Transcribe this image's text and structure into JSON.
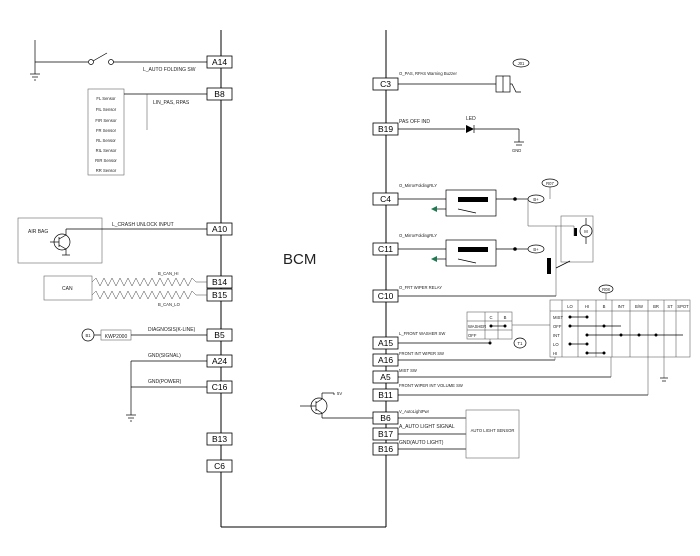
{
  "bcm": {
    "title": "BCM"
  },
  "pins": {
    "left": [
      "A14",
      "B8",
      "A10",
      "B14",
      "B15",
      "B5",
      "A24",
      "C16",
      "B13",
      "C6"
    ],
    "right": [
      "C3",
      "B19",
      "C4",
      "C11",
      "C10",
      "A15",
      "A16",
      "A5",
      "B11",
      "B6",
      "B17",
      "B16"
    ]
  },
  "left_signals": {
    "auto_folding": "L_AUTO FOLDING SW",
    "lin_pas": "LIN_PAS, RPAS",
    "crash_unlock": "L_CRASH UNLOCK INPUT",
    "can_hi": "B_CAN_HI",
    "can_lo": "B_CAN_LO",
    "diagnosis": "DIAGNOSIS(K-LINE)",
    "gnd_signal": "GND(SIGNAL)",
    "gnd_power": "GND(POWER)"
  },
  "sensors": [
    "FL Sensor",
    "FIL Sensor",
    "FIR Sensor",
    "FR Sensor",
    "RL Sensor",
    "RIL Sensor",
    "RIR Sensor",
    "RR Sensor"
  ],
  "left_components": {
    "air_bag": "AIR BAG",
    "can": "CAN",
    "b1": "B1",
    "kwp": "KWP2000"
  },
  "right_signals": {
    "c3": "O_PAS, RPAS Warning Buzzer",
    "b19": "PAS OFF IND",
    "c4": "O_MirrorFoldingRLY",
    "c11": "O_MirrorFoldingRLY",
    "c10": "O_FRT WIPER RELAY",
    "a15": "L_FRONT WASHER SW",
    "a16": "FRONT INT WIPER SW",
    "a5": "MIST SW",
    "b11": "FRONT WIPER INT VOLUME SW",
    "b6": "V_AutoLightPwr",
    "b17": "A_AUTO LIGHT SIGNAL",
    "b16": "GND(AUTO LIGHT)"
  },
  "right_components": {
    "buzzer": "J01",
    "led": "LED",
    "gnd": "GND",
    "r07": "R07",
    "r08": "R08",
    "bplus": "B+",
    "fivev": "5V",
    "auto_light_sensor": "AUTO LIGHT SENSOR",
    "washer_table": {
      "headers": [
        "C",
        "B"
      ],
      "rows": [
        "WASHER",
        "OFF"
      ]
    },
    "wiper_table": {
      "headers": [
        "LO",
        "HI",
        "B",
        "INT",
        "B/W",
        "BR",
        "ST",
        "SPOT"
      ],
      "rows": [
        "MIST",
        "OFF",
        "INT",
        "LO",
        "HI"
      ]
    }
  }
}
